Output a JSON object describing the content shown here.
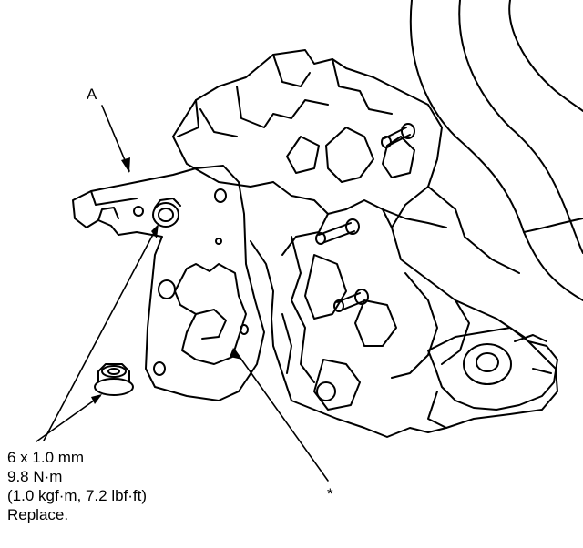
{
  "callouts": {
    "part_a": "A",
    "asterisk": "*"
  },
  "spec": {
    "bolt_size": "6 x 1.0 mm",
    "torque_nm": "9.8 N·m",
    "torque_alt": "(1.0 kgf·m, 7.2 lbf·ft)",
    "instruction": "Replace."
  },
  "colors": {
    "line": "#000000",
    "fill": "#ffffff"
  }
}
